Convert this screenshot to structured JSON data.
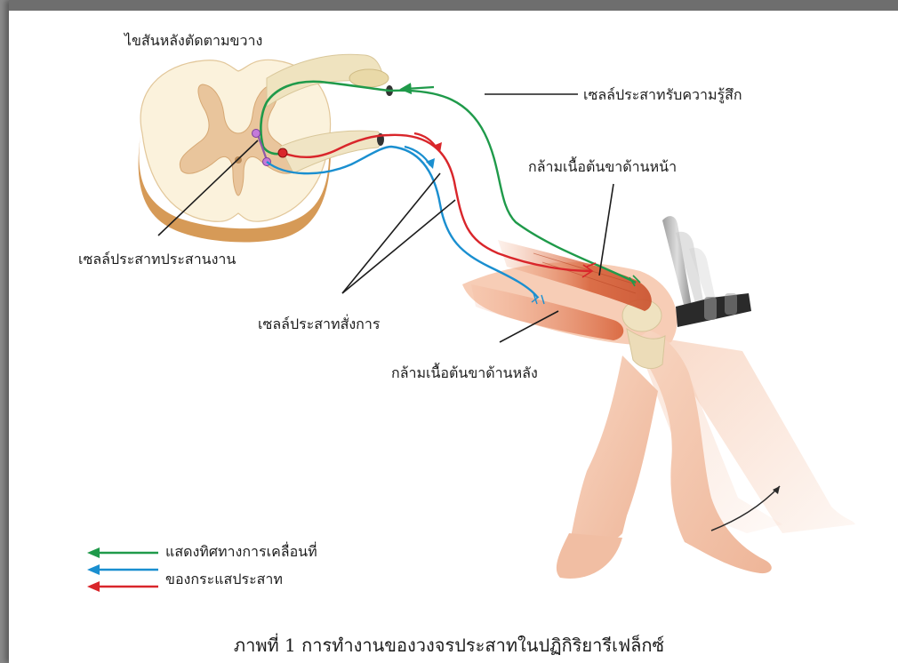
{
  "labels": {
    "spinal_cord": "ไขสันหลังตัดตามขวาง",
    "sensory_neuron": "เซลล์ประสาทรับความรู้สึก",
    "front_thigh_muscle": "กล้ามเนื้อต้นขาด้านหน้า",
    "interneuron": "เซลล์ประสาทประสานงาน",
    "motor_neuron": "เซลล์ประสาทสั่งการ",
    "back_thigh_muscle": "กล้ามเนื้อต้นขาด้านหลัง"
  },
  "legend": {
    "line1": "แสดงทิศทางการเคลื่อนที่",
    "line2": "ของกระแสประสาท",
    "colors": [
      "#1f9a4a",
      "#1a8fd0",
      "#d9262b"
    ]
  },
  "caption": "ภาพที่ 1 การทำงานของวงจรประสาทในปฏิกิริยารีเฟล็กซ์",
  "colors": {
    "sensory": "#1f9a4a",
    "motor_blue": "#1a8fd0",
    "motor_red": "#d9262b",
    "cord_white": "#fbf2dc",
    "cord_grey": "#e7c49a",
    "skin": "#f6c8ad",
    "muscle": "#d8643c"
  }
}
